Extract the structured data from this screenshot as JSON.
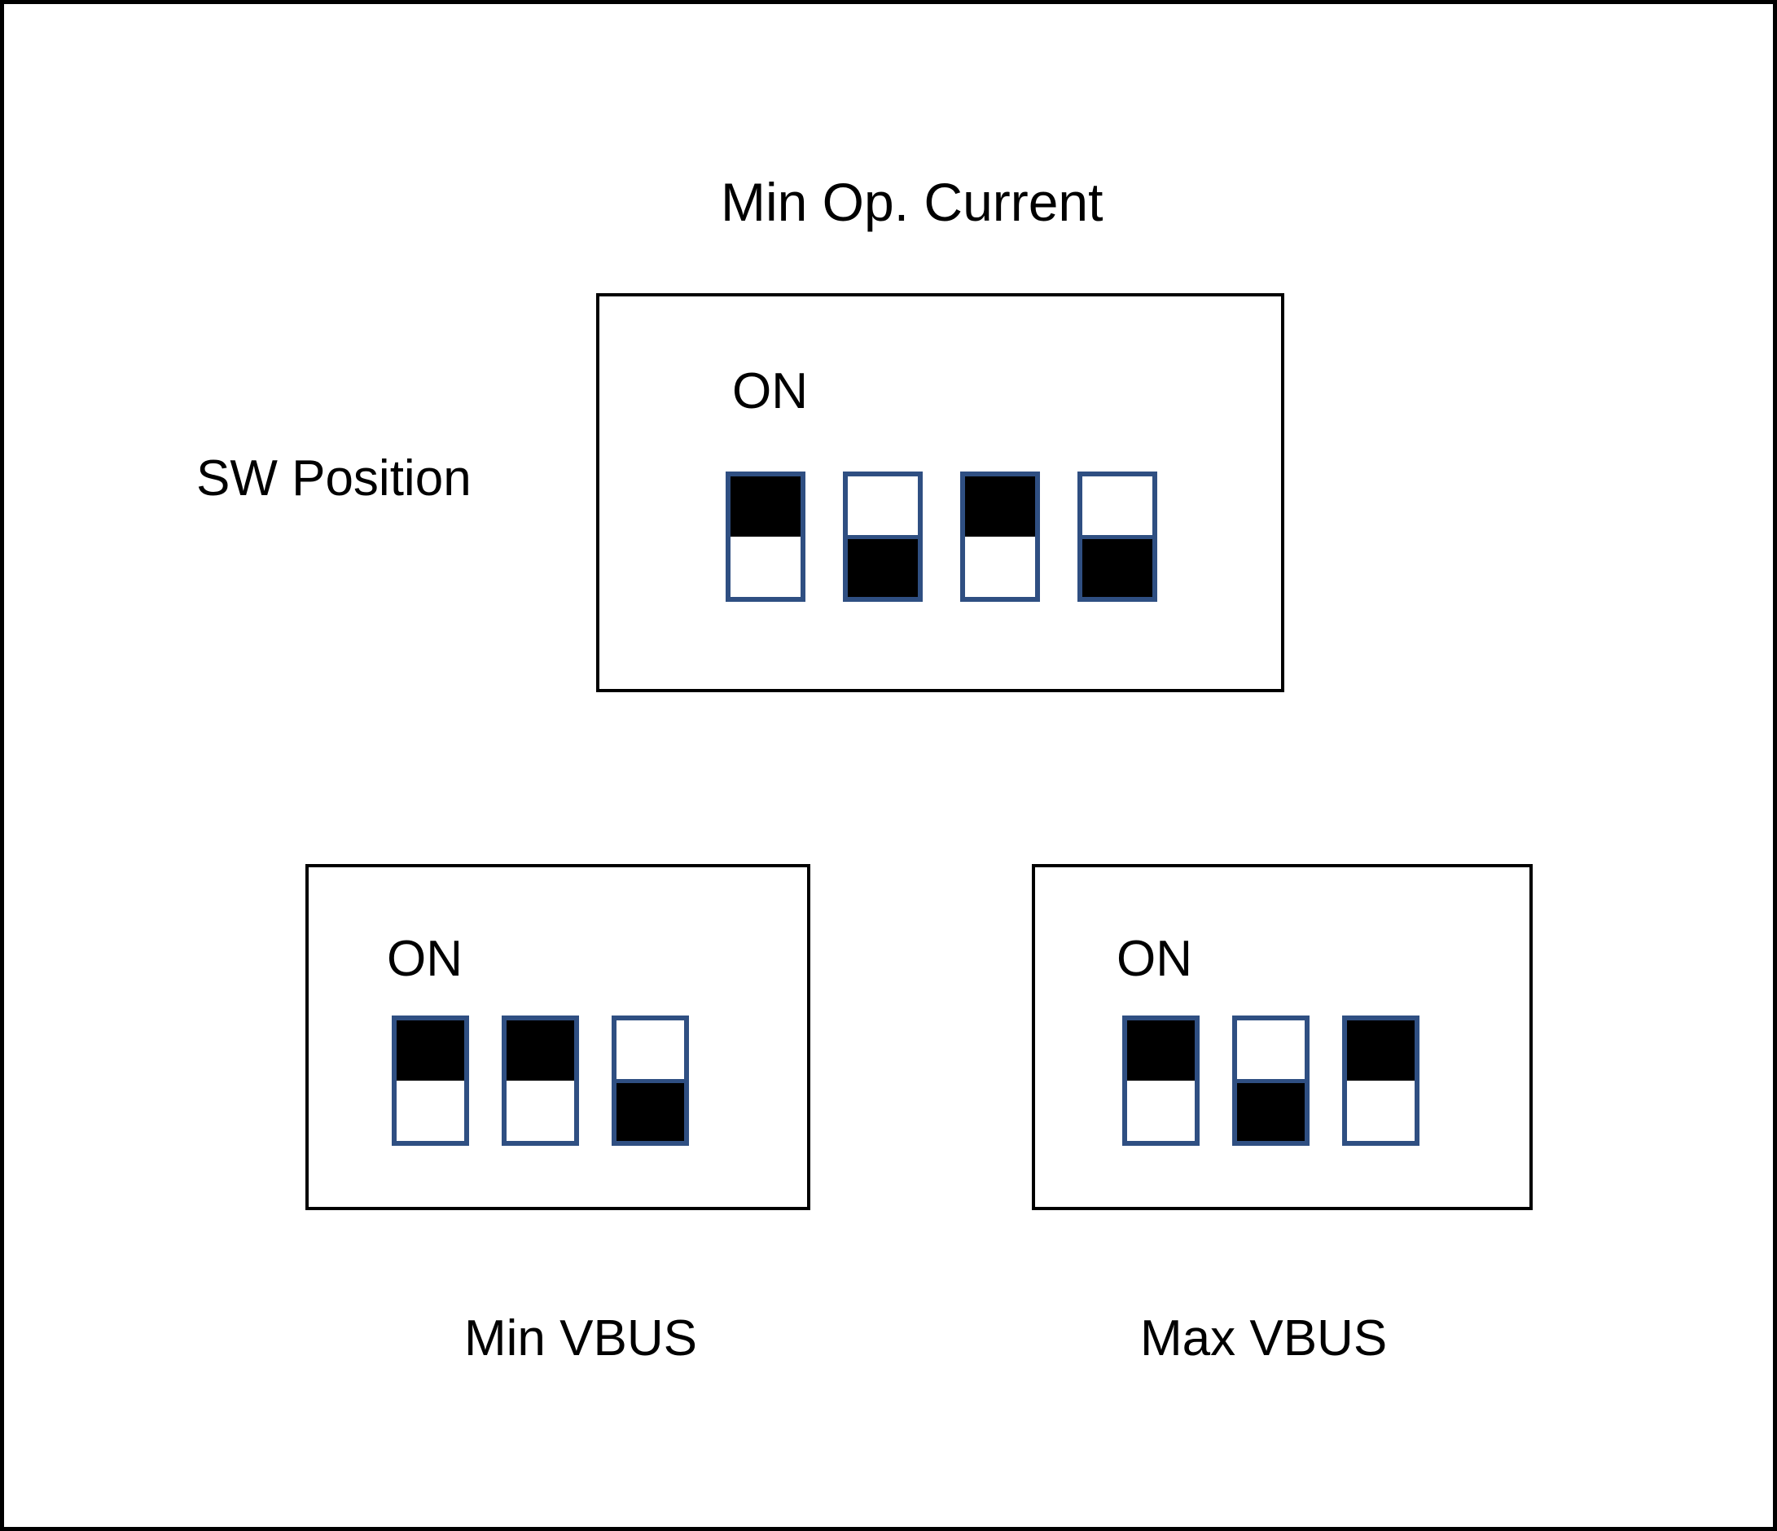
{
  "diagram": {
    "title": "Min Op. Current",
    "row_label": "SW Position",
    "on_label": "ON",
    "colors": {
      "switch_border": "#2F4F82",
      "switch_filled": "#000000",
      "box_border": "#000000",
      "background": "#FFFFFF"
    }
  },
  "switch_groups": [
    {
      "id": "min-op-current",
      "name": "Min Op. Current",
      "caption_position": "top",
      "caption": "Min Op. Current",
      "on_label": "ON",
      "switch_count": 4,
      "switches": [
        {
          "index": 1,
          "position": "up",
          "state": "on"
        },
        {
          "index": 2,
          "position": "down",
          "state": "off"
        },
        {
          "index": 3,
          "position": "up",
          "state": "on"
        },
        {
          "index": 4,
          "position": "down",
          "state": "off"
        }
      ]
    },
    {
      "id": "min-vbus",
      "name": "Min VBUS",
      "caption_position": "bottom",
      "caption": "Min VBUS",
      "on_label": "ON",
      "switch_count": 3,
      "switches": [
        {
          "index": 1,
          "position": "up",
          "state": "on"
        },
        {
          "index": 2,
          "position": "up",
          "state": "on"
        },
        {
          "index": 3,
          "position": "down",
          "state": "off"
        }
      ]
    },
    {
      "id": "max-vbus",
      "name": "Max VBUS",
      "caption_position": "bottom",
      "caption": "Max VBUS",
      "on_label": "ON",
      "switch_count": 3,
      "switches": [
        {
          "index": 1,
          "position": "up",
          "state": "on"
        },
        {
          "index": 2,
          "position": "down",
          "state": "off"
        },
        {
          "index": 3,
          "position": "up",
          "state": "on"
        }
      ]
    }
  ]
}
